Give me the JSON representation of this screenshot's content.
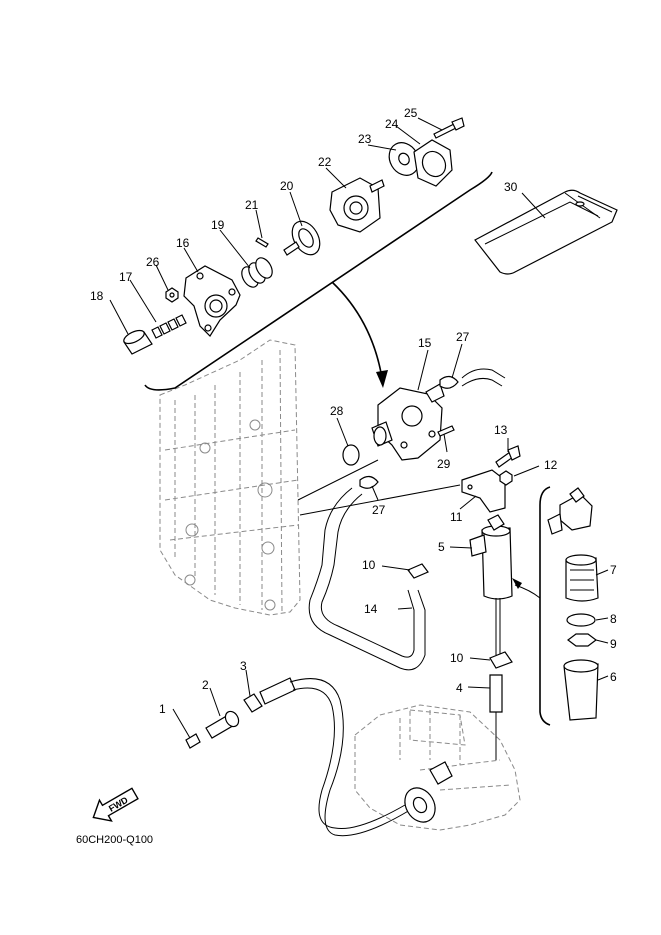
{
  "figure": {
    "code": "60CH200-Q100",
    "fwd_label": "FWD"
  },
  "callouts": [
    {
      "id": "1",
      "label": "1"
    },
    {
      "id": "2",
      "label": "2"
    },
    {
      "id": "3",
      "label": "3"
    },
    {
      "id": "4",
      "label": "4"
    },
    {
      "id": "5",
      "label": "5"
    },
    {
      "id": "6",
      "label": "6"
    },
    {
      "id": "7",
      "label": "7"
    },
    {
      "id": "8",
      "label": "8"
    },
    {
      "id": "9",
      "label": "9"
    },
    {
      "id": "10a",
      "label": "10"
    },
    {
      "id": "10b",
      "label": "10"
    },
    {
      "id": "11",
      "label": "11"
    },
    {
      "id": "12",
      "label": "12"
    },
    {
      "id": "13",
      "label": "13"
    },
    {
      "id": "14",
      "label": "14"
    },
    {
      "id": "15",
      "label": "15"
    },
    {
      "id": "16",
      "label": "16"
    },
    {
      "id": "17",
      "label": "17"
    },
    {
      "id": "18",
      "label": "18"
    },
    {
      "id": "19",
      "label": "19"
    },
    {
      "id": "20",
      "label": "20"
    },
    {
      "id": "21",
      "label": "21"
    },
    {
      "id": "22",
      "label": "22"
    },
    {
      "id": "23",
      "label": "23"
    },
    {
      "id": "24",
      "label": "24"
    },
    {
      "id": "25",
      "label": "25"
    },
    {
      "id": "26",
      "label": "26"
    },
    {
      "id": "27a",
      "label": "27"
    },
    {
      "id": "27b",
      "label": "27"
    },
    {
      "id": "28",
      "label": "28"
    },
    {
      "id": "29",
      "label": "29"
    },
    {
      "id": "30",
      "label": "30"
    }
  ]
}
